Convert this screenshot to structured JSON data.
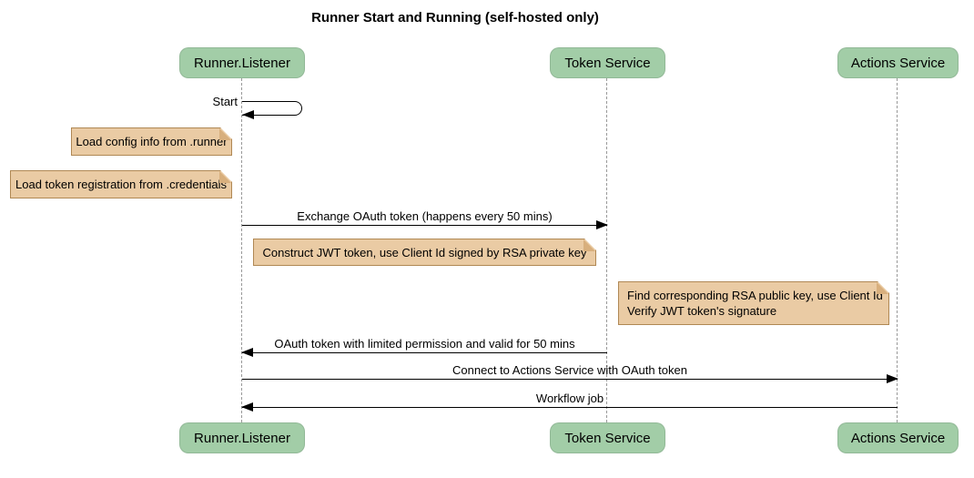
{
  "title": "Runner Start and Running (self-hosted only)",
  "participants": [
    {
      "id": "runner-listener",
      "label": "Runner.Listener"
    },
    {
      "id": "token-service",
      "label": "Token Service"
    },
    {
      "id": "actions-service",
      "label": "Actions Service"
    }
  ],
  "messages": [
    {
      "label": "Start",
      "from": "Runner.Listener",
      "to": "Runner.Listener",
      "kind": "self"
    },
    {
      "label": "Exchange OAuth token (happens every 50 mins)",
      "from": "Runner.Listener",
      "to": "Token Service",
      "kind": "solid-right"
    },
    {
      "label": "OAuth token with limited permission and valid for 50 mins",
      "from": "Token Service",
      "to": "Runner.Listener",
      "kind": "solid-left"
    },
    {
      "label": "Connect to Actions Service with OAuth token",
      "from": "Runner.Listener",
      "to": "Actions Service",
      "kind": "solid-right"
    },
    {
      "label": "Workflow job",
      "from": "Actions Service",
      "to": "Runner.Listener",
      "kind": "solid-left"
    }
  ],
  "notes": [
    {
      "text": "Load config info from .runner",
      "anchor": "left of Runner.Listener"
    },
    {
      "text": "Load token registration from .credentials",
      "anchor": "left of Runner.Listener"
    },
    {
      "text": "Construct JWT token, use Client Id signed by RSA private key",
      "anchor": "between Runner.Listener and Token Service"
    },
    {
      "line1": "Find corresponding RSA public key, use Client Id",
      "line2": "Verify JWT token's signature",
      "anchor": "right of Token Service"
    }
  ],
  "colors": {
    "background": "#FFFFFF",
    "participant_fill": "#A2CDA7",
    "note_fill": "#EACBA4",
    "note_border": "#B08854",
    "note_fold": "#D8AF7D",
    "lifeline": "#999999",
    "arrow": "#000000"
  }
}
